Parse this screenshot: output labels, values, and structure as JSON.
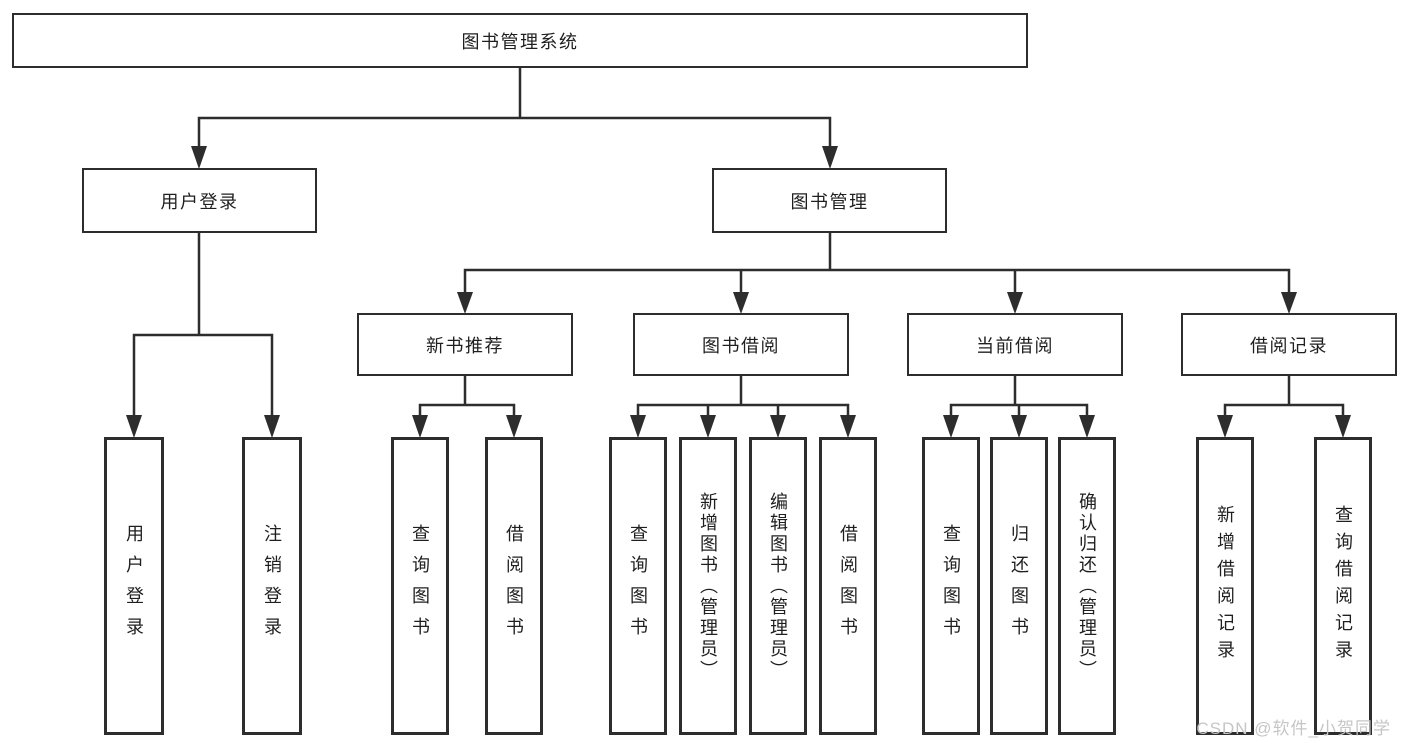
{
  "root": {
    "label": "图书管理系统"
  },
  "level1": {
    "user_login": "用户登录",
    "book_mgmt": "图书管理"
  },
  "level2": {
    "new_books": "新书推荐",
    "borrowing": "图书借阅",
    "current": "当前借阅",
    "records": "借阅记录"
  },
  "leaves": {
    "user_login": "用户登录",
    "logout": "注销登录",
    "query_book_a": "查询图书",
    "borrow_book_a": "借阅图书",
    "query_book_b": "查询图书",
    "add_book": "新增图书（管理员）",
    "edit_book": "编辑图书（管理员）",
    "borrow_book_b": "借阅图书",
    "query_book_c": "查询图书",
    "return_book": "归还图书",
    "confirm_return": "确认归还（管理员）",
    "add_record": "新增借阅记录",
    "query_record": "查询借阅记录"
  },
  "watermark": "CSDN @软件_小贺同学",
  "colors": {
    "line": "#2d2d2d",
    "text": "#1f1f1f",
    "wm": "#c6c6c6",
    "bg": "#ffffff"
  }
}
